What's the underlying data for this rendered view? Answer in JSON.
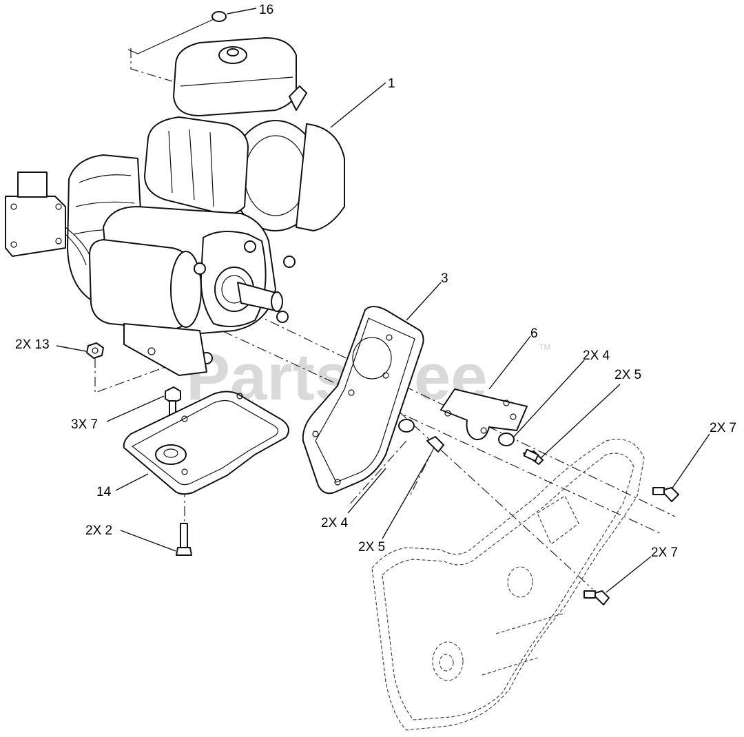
{
  "watermark": {
    "text": "PartsTree",
    "trademark": "TM"
  },
  "callouts": {
    "c16": "16",
    "c1": "1",
    "c3": "3",
    "c6": "6",
    "c2x4_right": "2X 4",
    "c2x5_right": "2X 5",
    "c2x7_top": "2X 7",
    "c2x13": "2X 13",
    "c3x7": "3X 7",
    "c14": "14",
    "c2x2": "2X 2",
    "c2x4_left": "2X 4",
    "c2x5_left": "2X 5",
    "c2x7_bottom": "2X 7"
  },
  "colors": {
    "line": "#111111",
    "watermark": "#d9d9d9",
    "background": "#ffffff"
  }
}
